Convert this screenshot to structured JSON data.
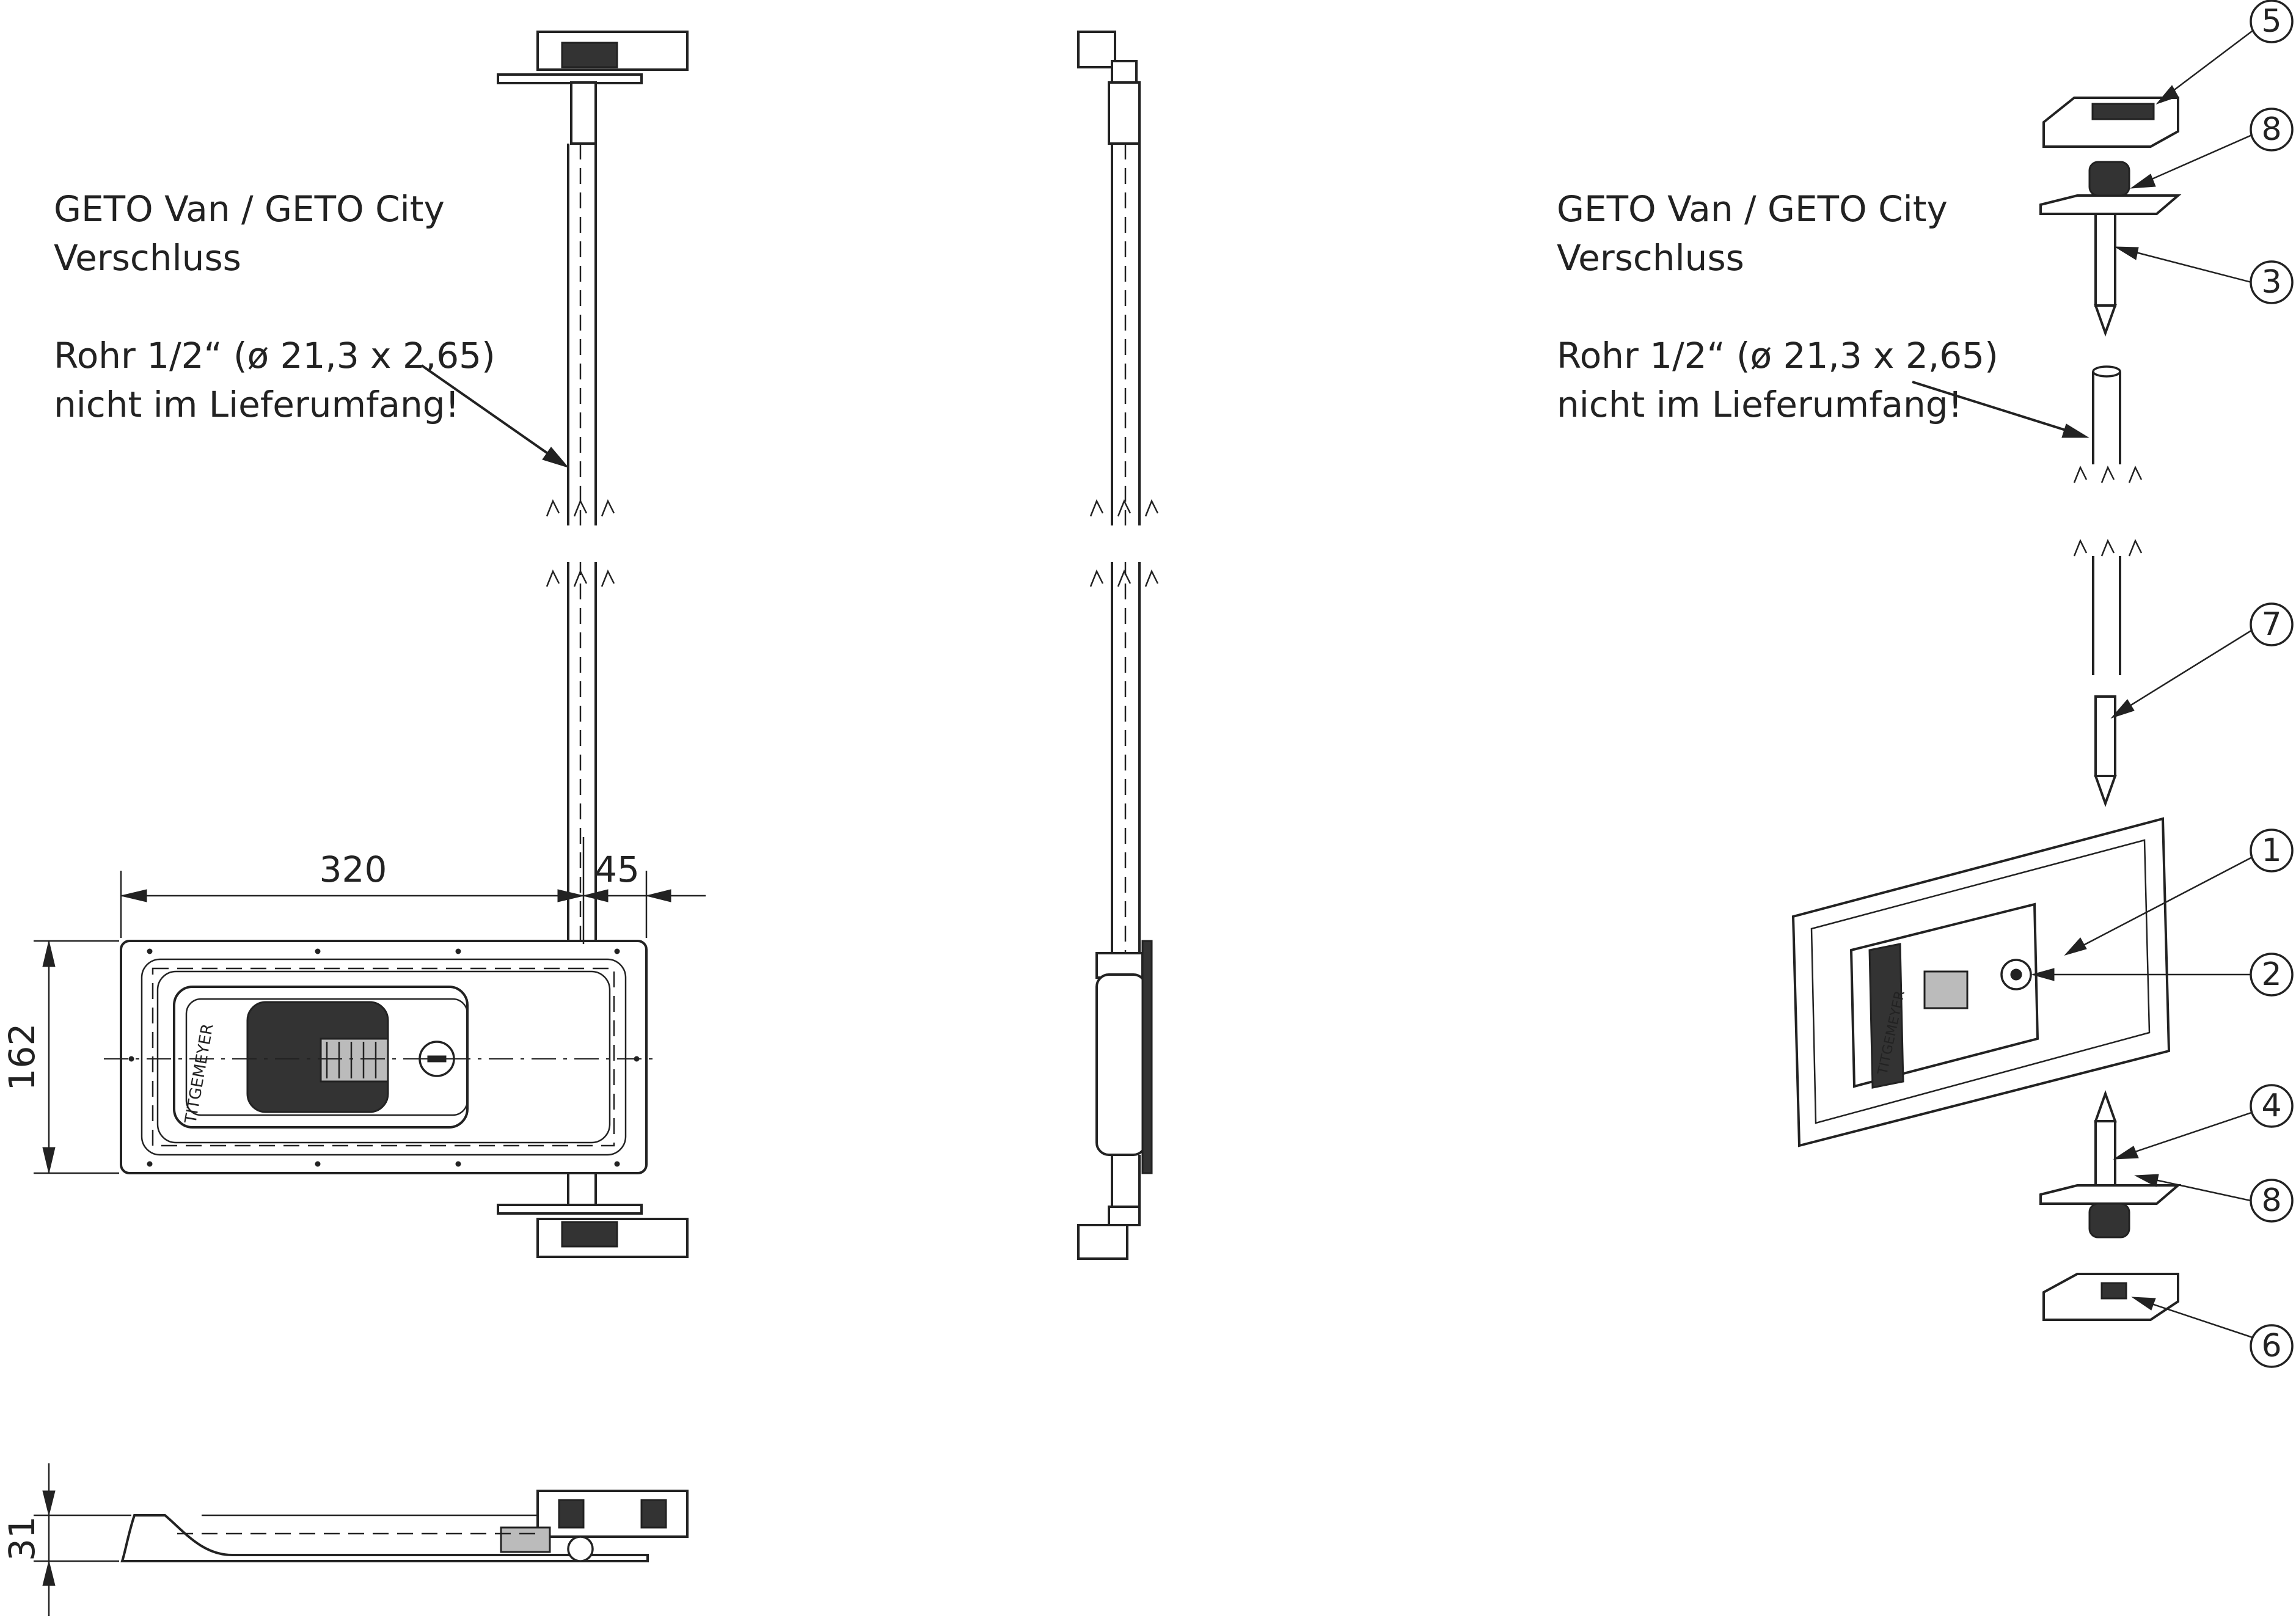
{
  "notes": {
    "left_line1": "GETO Van / GETO City",
    "left_line2": "Verschluss",
    "left_line3": "Rohr 1/2“ (ø 21,3 x 2,65)",
    "left_line4": "nicht im Lieferumfang!",
    "right_line1": "GETO Van / GETO City",
    "right_line2": "Verschluss",
    "right_line3": "Rohr 1/2“ (ø 21,3 x 2,65)",
    "right_line4": "nicht im Lieferumfang!"
  },
  "dimensions": {
    "width_main": "320",
    "width_offset": "45",
    "height_plate": "162",
    "depth": "31"
  },
  "callouts": {
    "c1": "1",
    "c2": "2",
    "c3": "3",
    "c4": "4",
    "c5": "5",
    "c6": "6",
    "c7": "7",
    "c8a": "8",
    "c8b": "8"
  },
  "brand_marking": "TITGEMEYER",
  "colors": {
    "line": "#222222",
    "background": "#ffffff"
  }
}
